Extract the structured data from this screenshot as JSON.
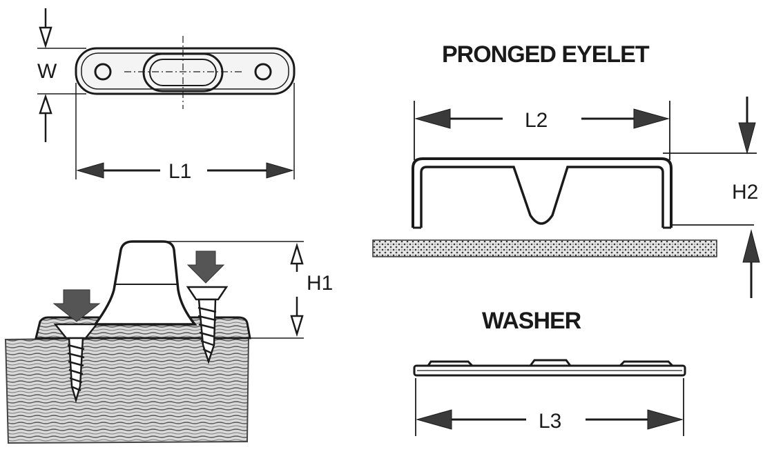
{
  "headings": {
    "pronged_eyelet": "PRONGED EYELET",
    "washer": "WASHER"
  },
  "dimensions": {
    "width": "W",
    "length_1": "L1",
    "height_1": "H1",
    "length_2": "L2",
    "height_2": "H2",
    "length_3": "L3"
  },
  "colors": {
    "line": "#1a1a1a",
    "arrow_fill": "#3a3a3a",
    "screw_arrow": "#555555",
    "wood": "#8c8c8c",
    "background": "#ffffff"
  }
}
